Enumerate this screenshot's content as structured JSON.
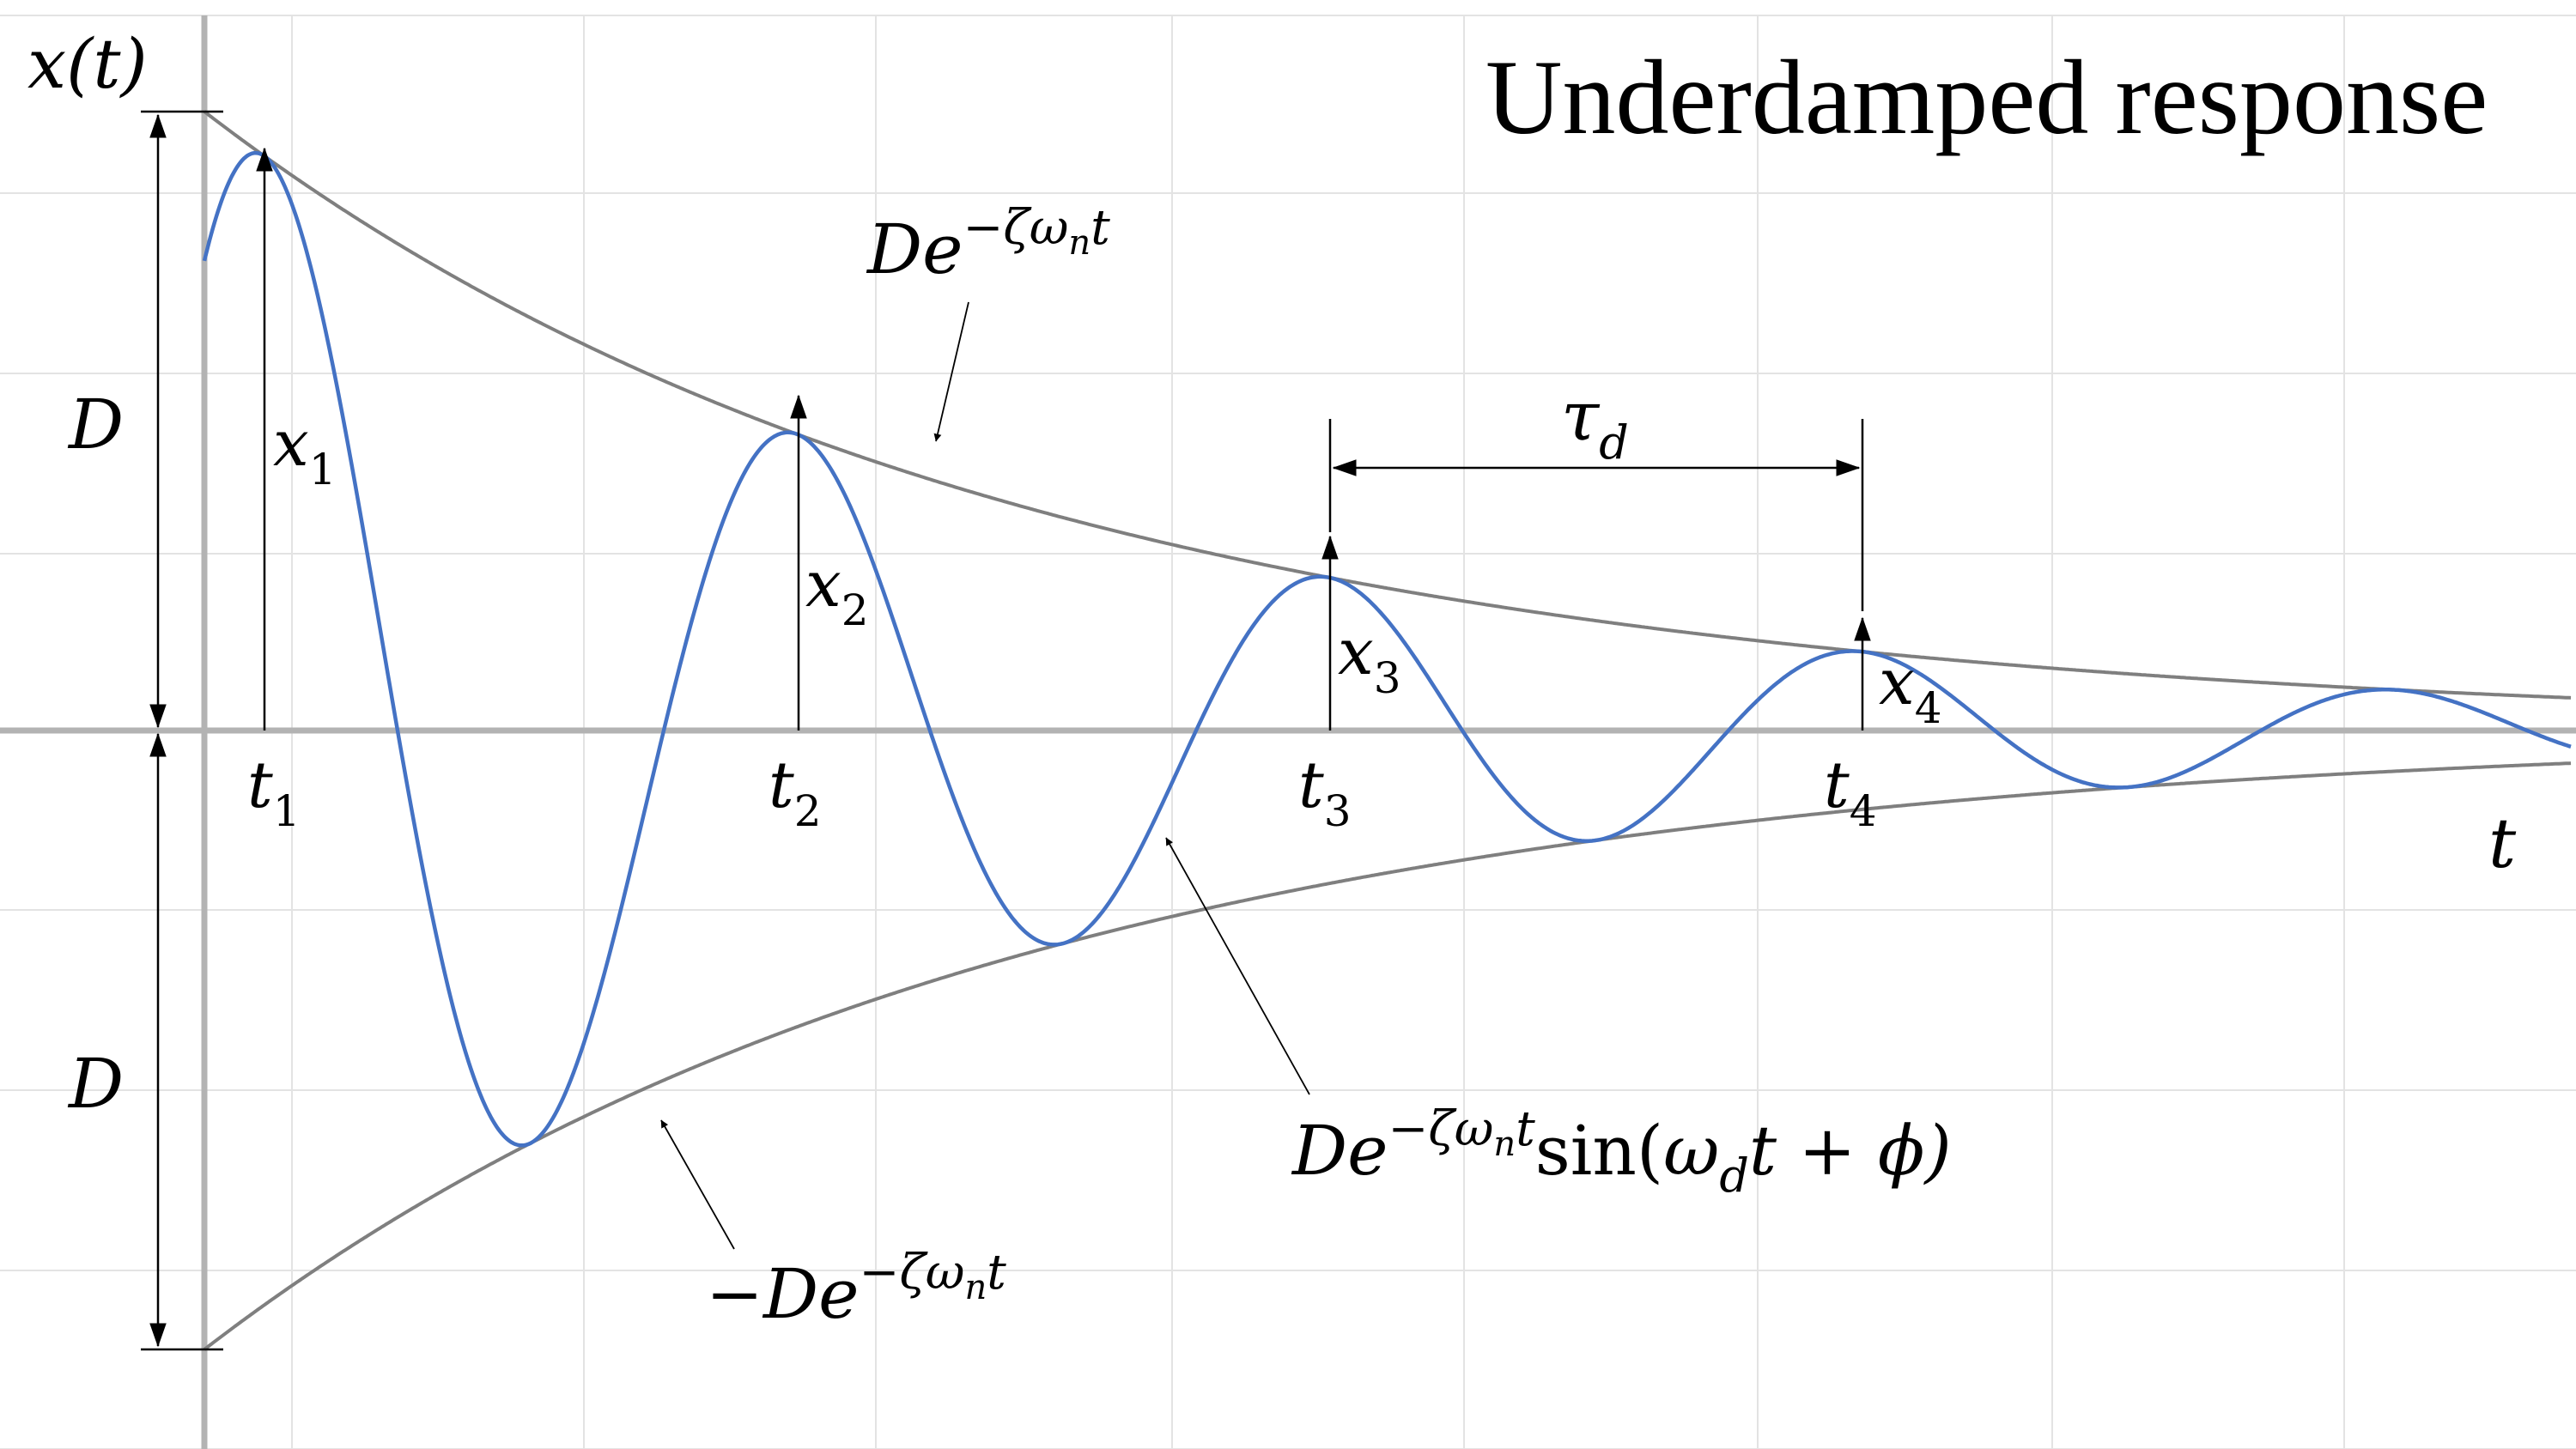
{
  "title": "Underdamped response",
  "axes": {
    "y_label": "x(t)",
    "x_label": "t"
  },
  "amplitude_labels": {
    "upper": "D",
    "lower": "D"
  },
  "envelope": {
    "upper_label": {
      "base": "De",
      "exp": "−ζω",
      "exp_sub": "n",
      "exp_tail": "t"
    },
    "lower_label": {
      "base": "−De",
      "exp": "−ζω",
      "exp_sub": "n",
      "exp_tail": "t"
    }
  },
  "response_label": {
    "base": "De",
    "exp": "−ζω",
    "exp_sub": "n",
    "exp_tail": "t",
    "fn": "sin(",
    "omega": "ω",
    "omega_sub": "d",
    "rest": "t + ϕ)"
  },
  "period_label": {
    "symbol": "τ",
    "sub": "d"
  },
  "peaks": [
    {
      "x_symbol": "x",
      "x_sub": "1",
      "t_symbol": "t",
      "t_sub": "1"
    },
    {
      "x_symbol": "x",
      "x_sub": "2",
      "t_symbol": "t",
      "t_sub": "2"
    },
    {
      "x_symbol": "x",
      "x_sub": "3",
      "t_symbol": "t",
      "t_sub": "3"
    },
    {
      "x_symbol": "x",
      "x_sub": "4",
      "t_symbol": "t",
      "t_sub": "4"
    }
  ],
  "colors": {
    "response": "#4472c4",
    "envelope": "#7f7f7f",
    "axis": "#b3b3b3",
    "grid": "#e3e3e3",
    "annotation": "#000000"
  }
}
